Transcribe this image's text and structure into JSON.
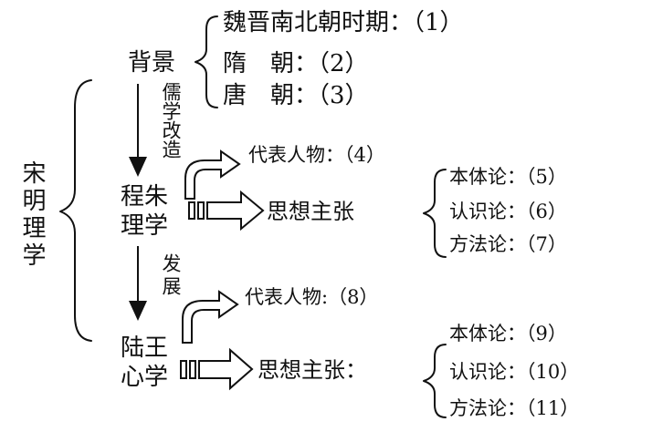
{
  "root": "宋明理学",
  "background": {
    "label": "背景",
    "items": [
      "魏晋南北朝时期：（1）",
      "隋　朝：（2）",
      "唐　朝：（3）"
    ]
  },
  "transition1": "儒学改造",
  "cheng_zhu": {
    "name": "程朱理学",
    "representative": "代表人物：（4）",
    "ideas_label": "思想主张",
    "ideas": [
      "本体论：（5）",
      "认识论：（6）",
      "方法论：（7）"
    ]
  },
  "transition2": "发展",
  "lu_wang": {
    "name": "陆王心学",
    "representative": "代表人物:（8）",
    "ideas_label": "思想主张：",
    "ideas": [
      "本体论：（9）",
      "认识论：（10）",
      "方法论：（11）"
    ]
  },
  "colors": {
    "ink": "#111111",
    "background": "#ffffff"
  }
}
